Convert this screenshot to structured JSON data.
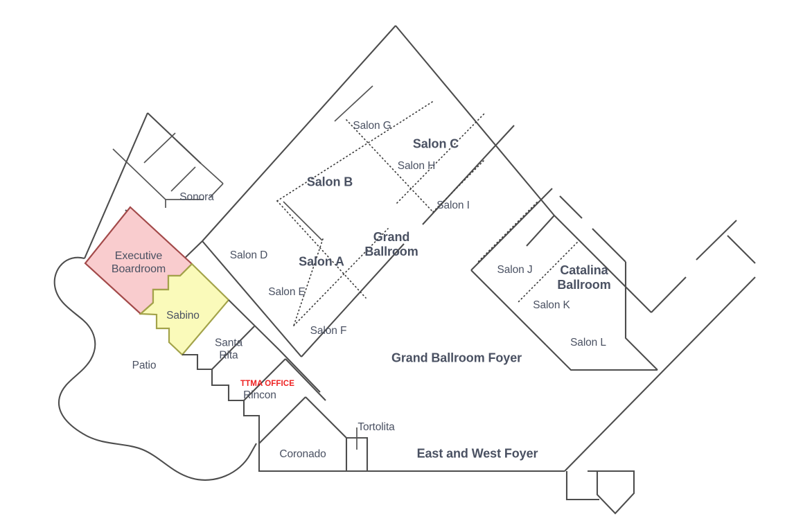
{
  "plan": {
    "title": "Hotel Meeting Space Floor Plan",
    "colors": {
      "highlight_pink": "#f9ccce",
      "highlight_pink_border": "#a34a4a",
      "highlight_yellow": "#fafaba",
      "highlight_yellow_border": "#a3a34a",
      "wall": "#4d4d4d",
      "label_text": "#4a5162",
      "ttma_red": "#ee2222",
      "background": "#ffffff"
    }
  },
  "labels": {
    "sonora": "Sonora",
    "executive_boardroom_line1": "Executive",
    "executive_boardroom_line2": "Boardroom",
    "sabino": "Sabino",
    "patio": "Patio",
    "santa_rita_line1": "Santa",
    "santa_rita_line2": "Rita",
    "ttma_office": "TTMA OFFICE",
    "rincon": "Rincon",
    "coronado": "Coronado",
    "tortolita": "Tortolita",
    "east_and_west_foyer": "East and West Foyer",
    "salon_d": "Salon D",
    "salon_e": "Salon E",
    "salon_f": "Salon F",
    "salon_a": "Salon A",
    "salon_b": "Salon B",
    "salon_g": "Salon G",
    "salon_h": "Salon H",
    "salon_i": "Salon I",
    "salon_c": "Salon C",
    "grand_ballroom_line1": "Grand",
    "grand_ballroom_line2": "Ballroom",
    "grand_ballroom_foyer": "Grand Ballroom Foyer",
    "salon_j": "Salon J",
    "salon_k": "Salon K",
    "salon_l": "Salon L",
    "catalina_ballroom_line1": "Catalina",
    "catalina_ballroom_line2": "Ballroom"
  },
  "rooms": [
    {
      "name": "Sonora",
      "highlight": "none"
    },
    {
      "name": "Executive Boardroom",
      "highlight": "pink"
    },
    {
      "name": "Sabino",
      "highlight": "yellow"
    },
    {
      "name": "Patio",
      "highlight": "none"
    },
    {
      "name": "Santa Rita",
      "highlight": "none"
    },
    {
      "name": "Rincon",
      "highlight": "none"
    },
    {
      "name": "Coronado",
      "highlight": "none"
    },
    {
      "name": "Tortolita",
      "highlight": "none"
    },
    {
      "name": "East and West Foyer",
      "highlight": "none"
    },
    {
      "name": "Salon A",
      "highlight": "none"
    },
    {
      "name": "Salon B",
      "highlight": "none"
    },
    {
      "name": "Salon C",
      "highlight": "none"
    },
    {
      "name": "Salon D",
      "highlight": "none"
    },
    {
      "name": "Salon E",
      "highlight": "none"
    },
    {
      "name": "Salon F",
      "highlight": "none"
    },
    {
      "name": "Salon G",
      "highlight": "none"
    },
    {
      "name": "Salon H",
      "highlight": "none"
    },
    {
      "name": "Salon I",
      "highlight": "none"
    },
    {
      "name": "Salon J",
      "highlight": "none"
    },
    {
      "name": "Salon K",
      "highlight": "none"
    },
    {
      "name": "Salon L",
      "highlight": "none"
    },
    {
      "name": "Grand Ballroom",
      "highlight": "none"
    },
    {
      "name": "Grand Ballroom Foyer",
      "highlight": "none"
    },
    {
      "name": "Catalina Ballroom",
      "highlight": "none"
    }
  ]
}
